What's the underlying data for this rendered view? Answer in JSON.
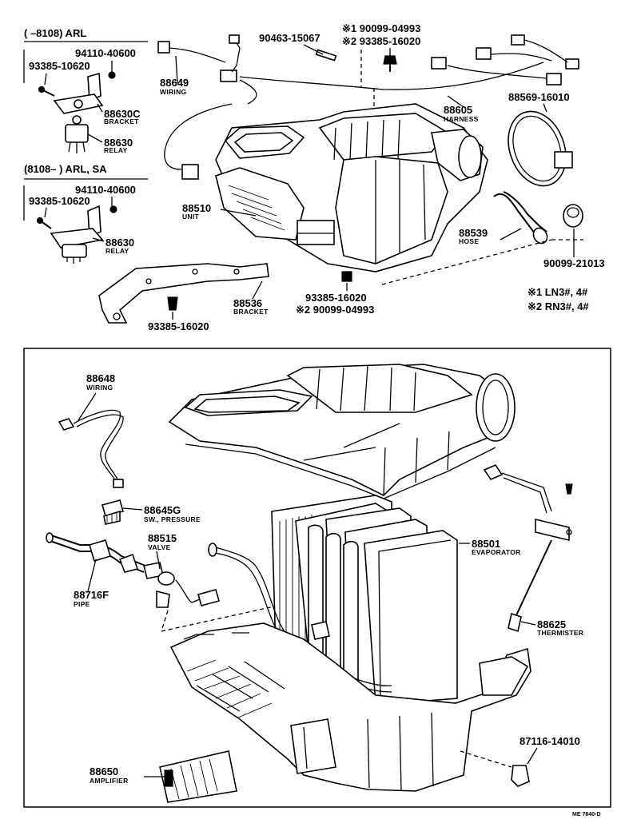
{
  "top_section": {
    "header_arl": "(       –8108) ARL",
    "header_arl_sa": "(8108–        ) ARL, SA",
    "labels": [
      {
        "id": "p94110a",
        "code": "94110-40600",
        "name": ""
      },
      {
        "id": "p93385a",
        "code": "93385-10620",
        "name": ""
      },
      {
        "id": "p88630c",
        "code": "88630C",
        "name": "BRACKET"
      },
      {
        "id": "p88630a",
        "code": "88630",
        "name": "RELAY"
      },
      {
        "id": "p94110b",
        "code": "94110-40600",
        "name": ""
      },
      {
        "id": "p93385b",
        "code": "93385-10620",
        "name": ""
      },
      {
        "id": "p88630b",
        "code": "88630",
        "name": "RELAY"
      },
      {
        "id": "p88649",
        "code": "88649",
        "name": "WIRING"
      },
      {
        "id": "p90463",
        "code": "90463-15067",
        "name": ""
      },
      {
        "id": "p90099a",
        "code": "※1 90099-04993",
        "name": ""
      },
      {
        "id": "p93385c",
        "code": "※2 93385-16020",
        "name": ""
      },
      {
        "id": "p88605",
        "code": "88605",
        "name": "HARNESS"
      },
      {
        "id": "p88569",
        "code": "88569-16010",
        "name": ""
      },
      {
        "id": "p88510",
        "code": "88510",
        "name": "UNIT"
      },
      {
        "id": "p88539",
        "code": "88539",
        "name": "HOSE"
      },
      {
        "id": "p90099b",
        "code": "90099-21013",
        "name": ""
      },
      {
        "id": "p88536",
        "code": "88536",
        "name": "BRACKET"
      },
      {
        "id": "p93385d",
        "code": "93385-16020",
        "name": ""
      },
      {
        "id": "p93385e",
        "code": "93385-16020",
        "name": ""
      },
      {
        "id": "p90099c",
        "code": "※2 90099-04993",
        "name": ""
      }
    ],
    "notes": [
      "※1 LN3#, 4#",
      "※2 RN3#, 4#"
    ]
  },
  "bottom_section": {
    "labels": [
      {
        "id": "p88648",
        "code": "88648",
        "name": "WIRING"
      },
      {
        "id": "p88645g",
        "code": "88645G",
        "name": "SW., PRESSURE"
      },
      {
        "id": "p88515",
        "code": "88515",
        "name": "VALVE"
      },
      {
        "id": "p88716f",
        "code": "88716F",
        "name": "PIPE"
      },
      {
        "id": "p88501",
        "code": "88501",
        "name": "EVAPORATOR"
      },
      {
        "id": "p88625",
        "code": "88625",
        "name": "THERMISTER"
      },
      {
        "id": "p87116",
        "code": "87116-14010",
        "name": ""
      },
      {
        "id": "p88650",
        "code": "88650",
        "name": "AMPLIFIER"
      }
    ]
  },
  "drawing_ref": "ME 7840-D"
}
